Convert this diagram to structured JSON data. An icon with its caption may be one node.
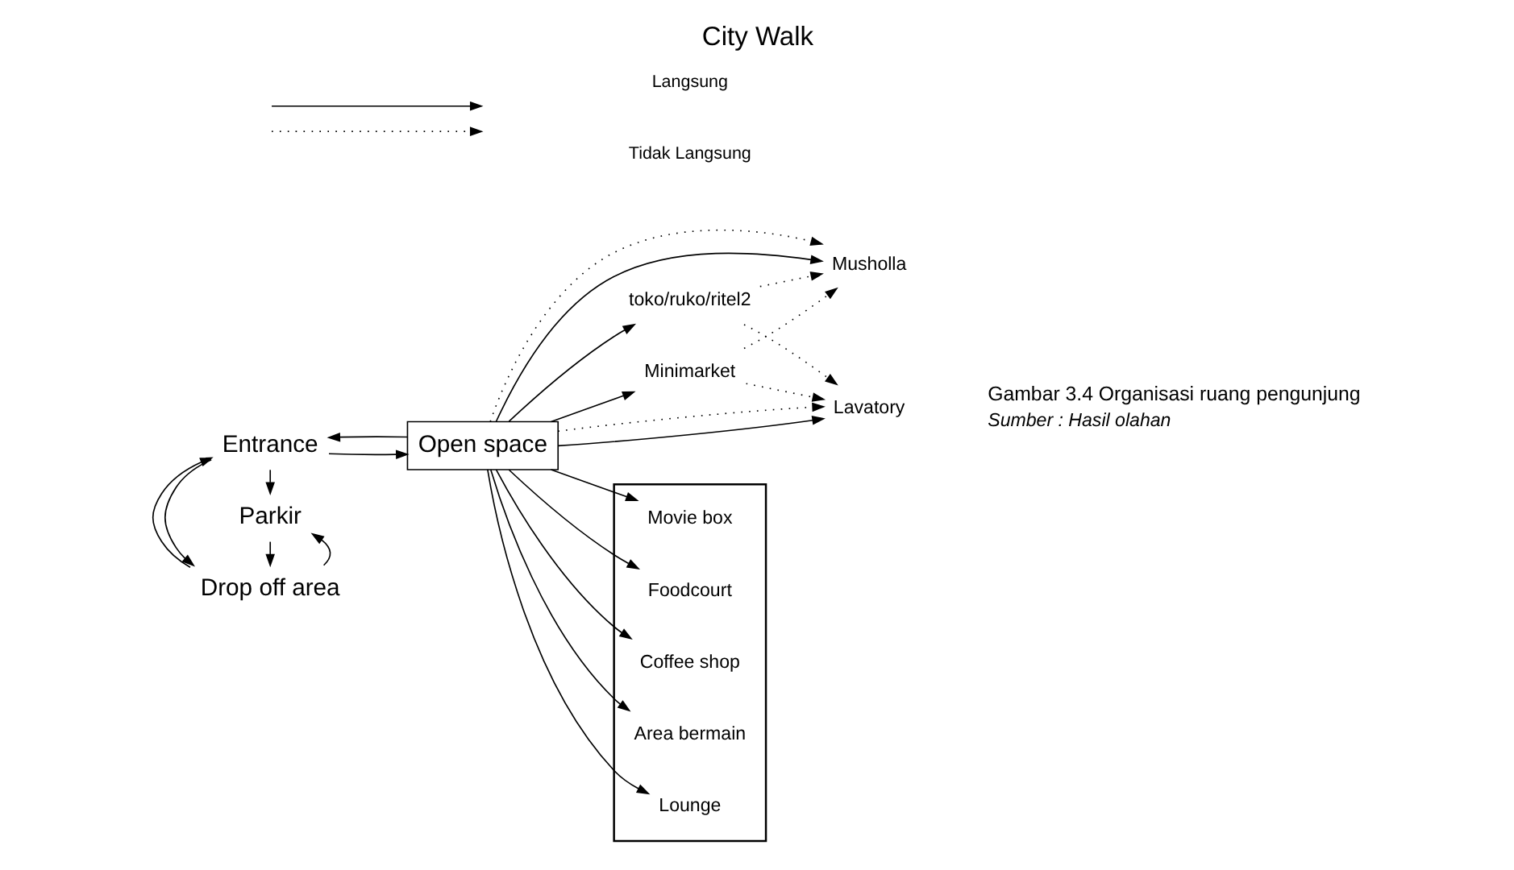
{
  "diagram": {
    "title": "City Walk",
    "caption": "Gambar 3.4 Organisasi ruang pengunjung",
    "nodes": [
      {
        "text": [
          "Parkir"
        ]
      },
      {
        "text": [
          "Drop off area"
        ]
      },
      {
        "text": [
          "Entrance"
        ]
      },
      {
        "text": [
          "Open space"
        ]
      },
      {
        "text": [
          "toko/ruko/ritel2"
        ]
      },
      {
        "text": [
          "Minimarket"
        ]
      },
      {
        "text": [],
        "shape": "box"
      },
      {
        "text": [
          "Movie box"
        ],
        "in": 6
      },
      {
        "text": [
          "Foodcourt"
        ],
        "in": 6
      },
      {
        "text": [
          "Coffee shop"
        ],
        "in": 6
      },
      {
        "text": [
          "Area bermain"
        ],
        "in": 6
      },
      {
        "text": [
          "Lounge"
        ],
        "in": 6
      },
      {
        "text": [
          "Musholla"
        ]
      },
      {
        "text": [
          "Lavatory"
        ]
      }
    ],
    "edges": [
      {
        "from": 1,
        "to": 0,
        "arrow": "to"
      },
      {
        "from": 0,
        "to": 1,
        "arrow": "to"
      },
      {
        "from": 2,
        "to": 1,
        "arrow": "to"
      },
      {
        "from": 1,
        "to": 2,
        "arrow": "to"
      },
      {
        "from": 2,
        "to": 0,
        "arrow": "to"
      },
      {
        "from": 2,
        "to": 3,
        "arrow": "to"
      },
      {
        "from": 3,
        "to": 2,
        "arrow": "to"
      },
      {
        "from": 3,
        "to": 4,
        "arrow": "to"
      },
      {
        "from": 3,
        "to": 5,
        "arrow": "to"
      },
      {
        "from": 3,
        "to": 7,
        "arrow": "to"
      },
      {
        "from": 3,
        "to": 8,
        "arrow": "to"
      },
      {
        "from": 3,
        "to": 9,
        "arrow": "to"
      },
      {
        "from": 3,
        "to": 10,
        "arrow": "to"
      },
      {
        "from": 3,
        "to": 11,
        "arrow": "to"
      },
      {
        "from": 3,
        "to": 12,
        "arrow": "to"
      },
      {
        "from": 3,
        "to": 13,
        "arrow": "to"
      },
      {
        "from": 4,
        "to": 12,
        "arrow": "to",
        "style": "dashed"
      },
      {
        "from": 4,
        "to": 13,
        "arrow": "to",
        "style": "dashed"
      },
      {
        "from": 5,
        "to": 12,
        "arrow": "to",
        "style": "dashed"
      },
      {
        "from": 5,
        "to": 13,
        "arrow": "to",
        "style": "dashed"
      },
      {
        "from": 3,
        "to": 12,
        "arrow": "to",
        "style": "dashed"
      },
      {
        "from": 3,
        "to": 13,
        "arrow": "to",
        "style": "dashed"
      }
    ],
    "labels": [
      "Sumber : Hasil olahan"
    ],
    "legend": [
      {
        "text": "Langsung"
      },
      {
        "text": "Tidak Langsung"
      }
    ]
  }
}
